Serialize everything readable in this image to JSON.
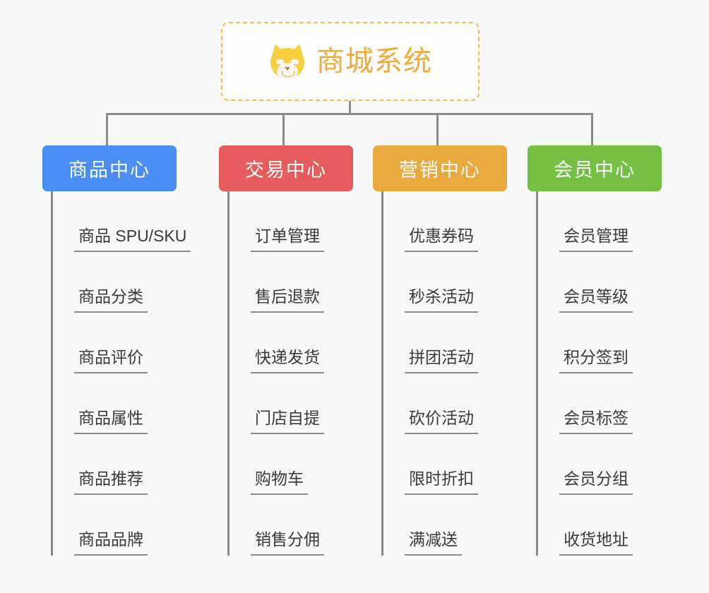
{
  "page": {
    "background_color": "#f8f8f8",
    "diagram_type": "org-chart"
  },
  "root": {
    "title": "商城系统",
    "icon": "shiba-dog-face-icon",
    "text_color": "#eeab3c",
    "border_color": "#f2bb52",
    "background_color": "#fdfdfc"
  },
  "connector": {
    "color": "#8a8a8a"
  },
  "branches": [
    {
      "id": "product-center",
      "label": "商品中心",
      "color": "#4a8ef4",
      "items": [
        "商品 SPU/SKU",
        "商品分类",
        "商品评价",
        "商品属性",
        "商品推荐",
        "商品品牌"
      ]
    },
    {
      "id": "trade-center",
      "label": "交易中心",
      "color": "#e65c5c",
      "items": [
        "订单管理",
        "售后退款",
        "快递发货",
        "门店自提",
        "购物车",
        "销售分佣"
      ]
    },
    {
      "id": "marketing-center",
      "label": "营销中心",
      "color": "#eaa93e",
      "items": [
        "优惠券码",
        "秒杀活动",
        "拼团活动",
        "砍价活动",
        "限时折扣",
        "满减送"
      ]
    },
    {
      "id": "member-center",
      "label": "会员中心",
      "color": "#74c044",
      "items": [
        "会员管理",
        "会员等级",
        "积分签到",
        "会员标签",
        "会员分组",
        "收货地址"
      ]
    }
  ]
}
